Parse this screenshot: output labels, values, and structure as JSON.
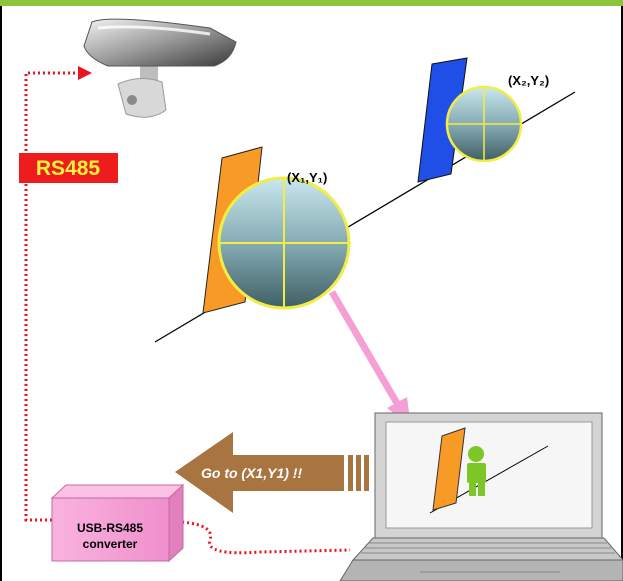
{
  "labels": {
    "rs485": "RS485",
    "point1": "(X₁,Y₁)",
    "point2": "(X₂,Y₂)",
    "command": "Go to (X1,Y1)  !!",
    "converter_line1": "USB-RS485",
    "converter_line2": "converter"
  },
  "colors": {
    "top_bar": "#8cc43c",
    "frame": "#000000",
    "rs485_bg": "#ee1c1c",
    "rs485_text": "#fff23c",
    "dotted_cable": "#e8141e",
    "panel_orange": "#f89a26",
    "panel_blue": "#1f4fe6",
    "circle_ring": "#f2ec46",
    "pink_arrow": "#f4a0d4",
    "brown_arrow": "#a87440",
    "converter_box": "#f7a6d8",
    "person_icon": "#7cc628",
    "laptop_body": "#d4d4d4",
    "laptop_screen": "#f6f6f6"
  },
  "icons": [
    "camera-icon",
    "laptop-icon",
    "person-icon",
    "converter-box-icon"
  ]
}
